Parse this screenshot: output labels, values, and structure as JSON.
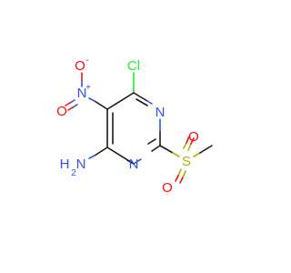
{
  "colors": {
    "carbon": "#1a1a1a",
    "nitrogen": "#3050f8",
    "oxygen": "#ff0d0d",
    "chlorine": "#1ff01f",
    "sulfur": "#b2b200",
    "background": "#ffffff"
  },
  "atoms": {
    "cl": "Cl",
    "n_ring_top": "N",
    "n_ring_bottom": "N",
    "n_nitro": "N",
    "nitro_plus": "+",
    "o_nitro_top": "O",
    "o_minus": "-",
    "o_nitro_left": "O",
    "amine_h": "H",
    "amine_n": "N",
    "amine_sub": "2",
    "s": "S",
    "o_s_top": "O",
    "o_s_bottom": "O"
  }
}
